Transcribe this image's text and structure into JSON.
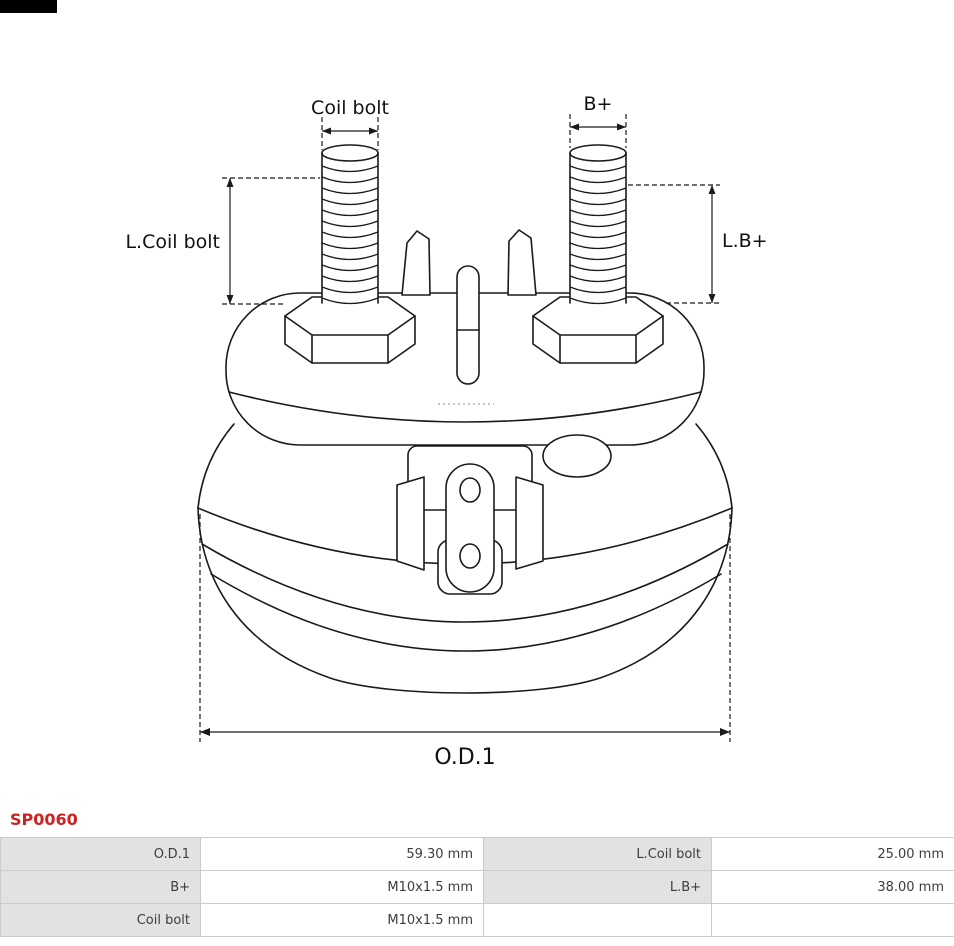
{
  "theme": {
    "accent": "#cc2222",
    "line": "#1a1a1a",
    "page-bg": "#ffffff",
    "table-label-bg": "#e2e2e2",
    "table-border": "#cccccc",
    "table-text": "#3d3d3d"
  },
  "part": {
    "number": "SP0060"
  },
  "diagram": {
    "labels": {
      "coil_bolt": "Coil bolt",
      "b_plus": "B+",
      "l_coil_bolt": "L.Coil bolt",
      "l_b_plus": "L.B+",
      "od1": "O.D.1"
    }
  },
  "specs": {
    "rows": [
      {
        "c0": "O.D.1",
        "c1": "59.30 mm",
        "c2": "L.Coil bolt",
        "c3": "25.00 mm"
      },
      {
        "c0": "B+",
        "c1": "M10x1.5 mm",
        "c2": "L.B+",
        "c3": "38.00 mm"
      },
      {
        "c0": "Coil bolt",
        "c1": "M10x1.5 mm",
        "c2": "",
        "c3": ""
      }
    ]
  }
}
